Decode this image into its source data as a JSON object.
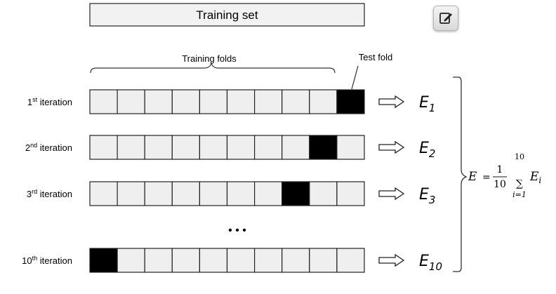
{
  "training_set_label": "Training set",
  "training_folds_label": "Training folds",
  "test_fold_label": "Test fold",
  "ellipsis": "• • •",
  "iterations": [
    {
      "num": "1",
      "sup": "st",
      "word": "iteration",
      "test_fold_index": 9,
      "error_base": "E",
      "error_sub": "1"
    },
    {
      "num": "2",
      "sup": "nd",
      "word": "iteration",
      "test_fold_index": 8,
      "error_base": "E",
      "error_sub": "2"
    },
    {
      "num": "3",
      "sup": "rd",
      "word": "iteration",
      "test_fold_index": 7,
      "error_base": "E",
      "error_sub": "3"
    },
    {
      "num": "10",
      "sup": "th",
      "word": "iteration",
      "test_fold_index": 0,
      "error_base": "E",
      "error_sub": "10"
    }
  ],
  "folds_per_row": 10,
  "formula": {
    "lhs": "E",
    "equals": "=",
    "numerator": "1",
    "denominator": "10",
    "sum_symbol": "∑",
    "upper_limit": "10",
    "lower_limit": "i=1",
    "term_base": "E",
    "term_sub": "i"
  },
  "colors": {
    "fold_fill": "#efefef",
    "test_fold_fill": "#000000",
    "stroke": "#222222",
    "bar_fill": "#f2f2f2"
  },
  "icons": {
    "edit": "edit-pencil-icon",
    "arrow": "double-arrow-icon"
  }
}
